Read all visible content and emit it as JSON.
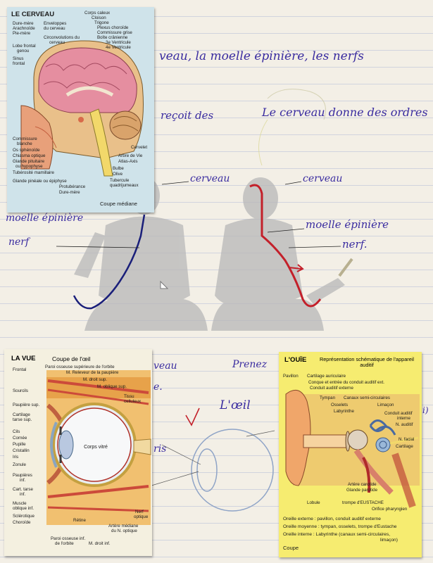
{
  "notebook": {
    "heading": "veau, la moelle épinière, les nerfs",
    "left_phrase": "reçoit des",
    "right_phrase": "Le cerveau donne des ordres",
    "left_figure": {
      "cerveau": "cerveau",
      "moelle": "moelle épinière",
      "nerf": "nerf"
    },
    "right_figure": {
      "cerveau": "cerveau",
      "moelle": "moelle épinière",
      "nerf": "nerf."
    },
    "lower_left": "veau",
    "lower_mid": "Prenez",
    "lower_left2": "e.",
    "oeil": "L'œil",
    "iris": "ris",
    "right_edge_mark": "i)"
  },
  "card_brain": {
    "title": "LE CERVEAU",
    "subtitle": "Coupe médiane",
    "labels_left": [
      "Dure-mère",
      "Arachnoïde",
      "Pie-mère",
      "Lobe frontal",
      "genou",
      "Sinus",
      "frontal",
      "Commissure",
      "blanche",
      "Os sphénoïde",
      "Chiasma optique",
      "Glande pituitaire",
      "ou hypophyse",
      "Tubérosité mamillaire",
      "Glande pinéale ou épiphyse",
      "Protubérance",
      "Dure-mère"
    ],
    "labels_top": [
      "Corps caleux",
      "Cloison",
      "Enveloppes",
      "du cerveau",
      "Trigone",
      "Plexus choroïde",
      "Commissure grise",
      "Circonvolutions du",
      "cerveau",
      "Boîte crânienne",
      "3e Ventricule",
      "4e Ventricule"
    ],
    "labels_right": [
      "Cervelet",
      "Arbre de Vie",
      "Atlas-Axis",
      "Bulbe",
      "Olive",
      "Tubercule",
      "quadrijumeaux"
    ]
  },
  "card_eye": {
    "title": "LA VUE",
    "subtitle": "Coupe de l'œil",
    "labels_left": [
      "Frontal",
      "Sourcils",
      "Paupière sup.",
      "Cartilage",
      "tarse sup.",
      "Cils",
      "Cornée",
      "Pupille",
      "Cristallin",
      "Iris",
      "Zonule",
      "Paupières",
      "inf.",
      "Cart. tarse",
      "inf.",
      "Muscle",
      "oblique inf.",
      "Sclérotique",
      "Choroïde"
    ],
    "labels_top": [
      "Paroi osseuse supérieure de l'orbite",
      "M. Releveur de la paupière",
      "M. droit sup.",
      "M. oblique sup.",
      "Tissu",
      "celluleux"
    ],
    "center": "Corps vitré",
    "labels_bottom": [
      "Rétine",
      "Paroi osseuse inf.",
      "de l'orbite",
      "M. droit inf.",
      "Artère médiane",
      "du N. optique",
      "Nerf",
      "optique"
    ]
  },
  "card_ear": {
    "title": "L'OUÏE",
    "subtitle": "Représentation schématique de l'appareil auditif",
    "labels": [
      "Pavillon",
      "Cartilage auriculaire",
      "Conque et entrée du conduit auditif ext.",
      "Conduit auditif externe",
      "Tympan",
      "Canaux semi-circulaires",
      "Osselets",
      "Limaçon",
      "Labyrinthe",
      "Conduit auditif",
      "interne",
      "N. auditif",
      "N. facial",
      "Cartilage",
      "Artère carotide",
      "Glande parotide",
      "Lobule",
      "trompe d'EUSTACHE",
      "Orifice pharyngien"
    ],
    "legend": [
      "Oreille externe : pavillon, conduit auditif externe",
      "Oreille moyenne : tympan, osselets, trompe d'Eustache",
      "Oreille interne : Labyrinthe (canaux semi-circulaires,",
      "limaçon)"
    ],
    "footer": "Coupe"
  }
}
